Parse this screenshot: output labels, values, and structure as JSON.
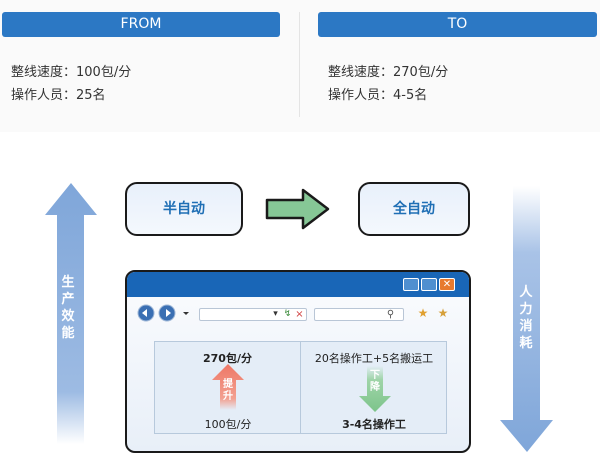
{
  "from": {
    "label": "FROM",
    "speed": "整线速度：100包/分",
    "staff": "操作人员：25名"
  },
  "to": {
    "label": "TO",
    "speed": "整线速度：270包/分",
    "staff": "操作人员：4-5名"
  },
  "left_arrow": {
    "label": [
      "生",
      "产",
      "效",
      "能"
    ],
    "color": "#7fa6d9"
  },
  "right_arrow": {
    "label": [
      "人",
      "力",
      "消",
      "耗"
    ],
    "color": "#7fa6d9"
  },
  "semi_auto": "半自动",
  "full_auto": "全自动",
  "transition_arrow_color": "#86c796",
  "window": {
    "left": {
      "top": "270包/分",
      "bottom": "100包/分",
      "arrow_label": [
        "提",
        "升"
      ]
    },
    "right": {
      "top": "20名操作工+5名搬运工",
      "bottom": "3-4名操作工",
      "arrow_label": [
        "下",
        "降"
      ]
    }
  }
}
